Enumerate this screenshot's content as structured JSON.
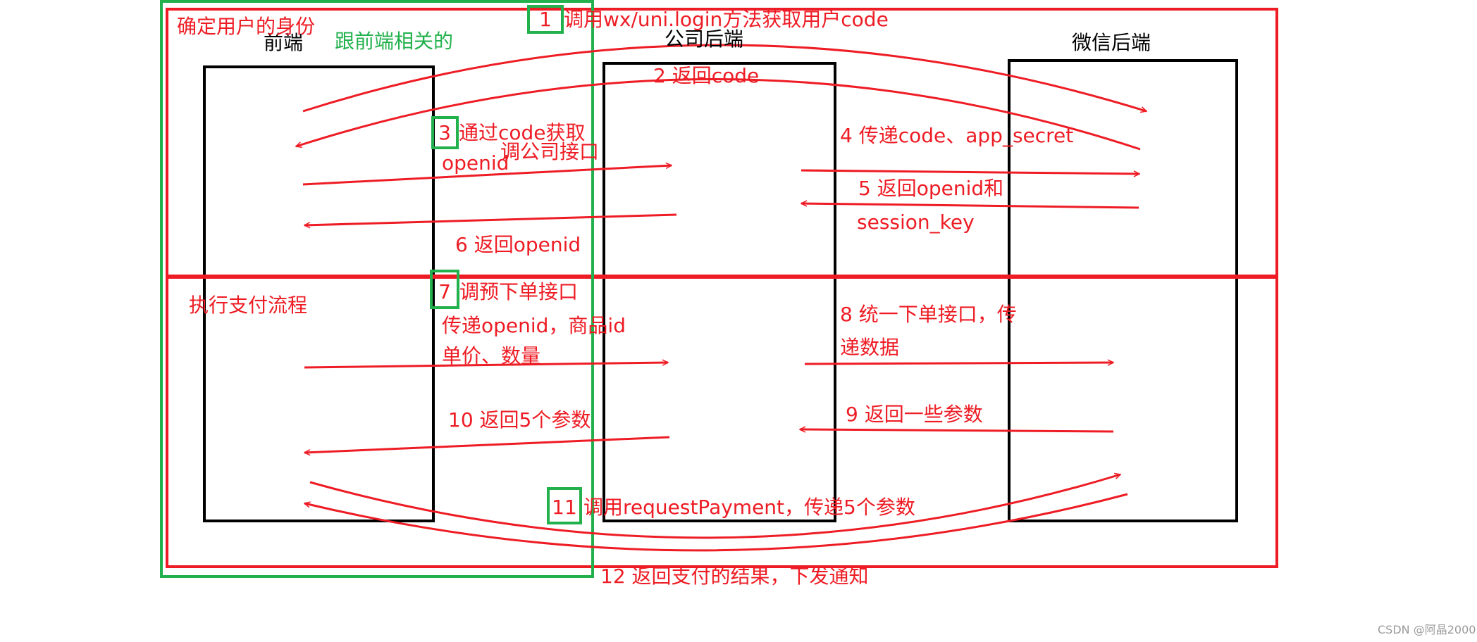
{
  "colors": {
    "red": "#ee1c24",
    "green": "#22b14c",
    "black": "#000000",
    "watermark": "#9a9a9a"
  },
  "headers": {
    "frontend": "前端",
    "company_backend": "公司后端",
    "wechat_backend": "微信后端"
  },
  "regions": {
    "identify_user": "确定用户的身份",
    "frontend_related": "跟前端相关的",
    "payment_flow": "执行支付流程"
  },
  "steps": {
    "s1_num": "1",
    "s1_text": "调用wx/uni.login方法获取用户code",
    "s2": "2 返回code",
    "s3_num": "3",
    "s3_text": "通过code获取",
    "s3_line2": "openid",
    "s3_line3": "调公司接口",
    "s4": "4 传递code、app_secret",
    "s5_line1": "5 返回openid和",
    "s5_line2": "session_key",
    "s6": "6 返回openid",
    "s7_num": "7",
    "s7_text": "调预下单接口",
    "s7_line2": "传递openid，商品id",
    "s7_line3": "单价、数量",
    "s8_line1": "8 统一下单接口，传",
    "s8_line2": "递数据",
    "s9": "9 返回一些参数",
    "s10": "10 返回5个参数",
    "s11_num": "11",
    "s11_text": "调用requestPayment，传递5个参数",
    "s12": "12 返回支付的结果，下发通知"
  },
  "watermark": "CSDN @阿晶2000"
}
